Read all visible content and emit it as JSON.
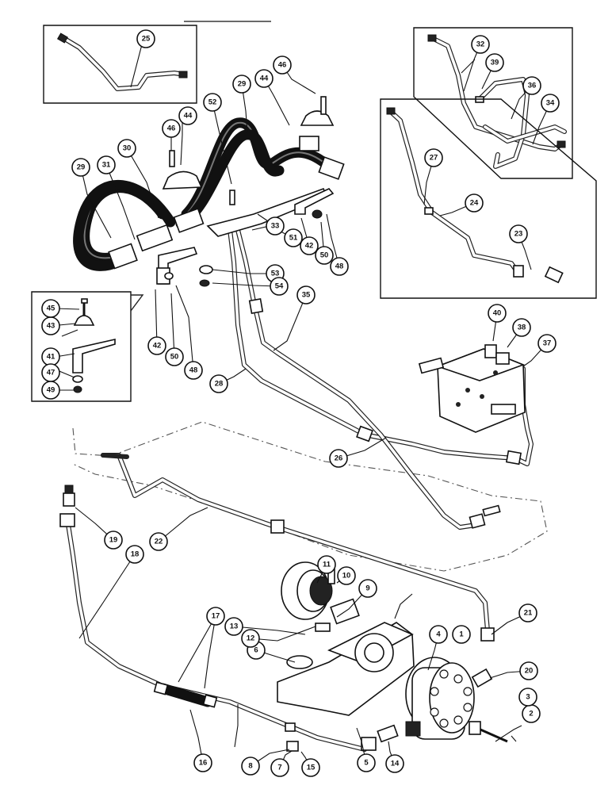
{
  "callouts": [
    "1",
    "2",
    "3",
    "4",
    "5",
    "6",
    "7",
    "8",
    "9",
    "10",
    "11",
    "12",
    "13",
    "14",
    "15",
    "16",
    "17",
    "18",
    "19",
    "20",
    "21",
    "22",
    "23",
    "24",
    "25",
    "26",
    "27",
    "28",
    "29",
    "29",
    "30",
    "31",
    "32",
    "33",
    "34",
    "35",
    "36",
    "37",
    "38",
    "39",
    "40",
    "41",
    "42",
    "42",
    "43",
    "44",
    "44",
    "45",
    "46",
    "46",
    "47",
    "48",
    "48",
    "49",
    "50",
    "50",
    "51",
    "52",
    "53",
    "54"
  ]
}
